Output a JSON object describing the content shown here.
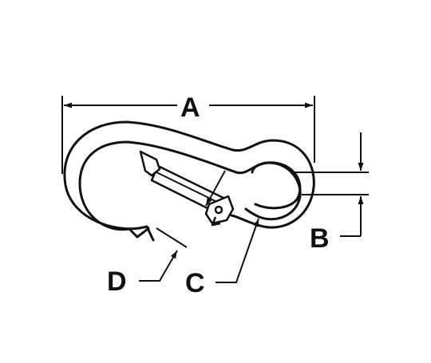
{
  "diagram": {
    "labels": {
      "A": "A",
      "B": "B",
      "C": "C",
      "D": "D"
    },
    "colors": {
      "stroke": "#111111",
      "background": "#ffffff"
    }
  }
}
